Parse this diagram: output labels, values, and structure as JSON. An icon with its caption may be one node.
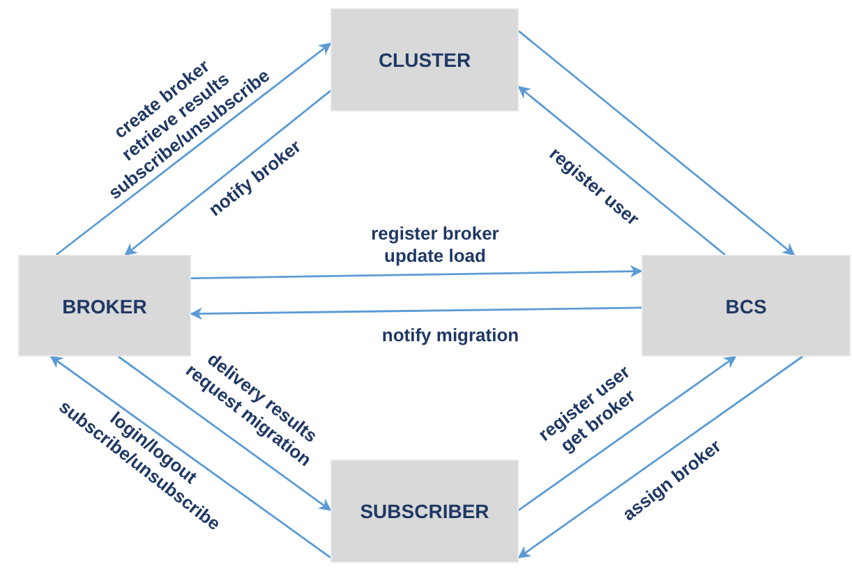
{
  "diagram": {
    "nodes": [
      {
        "text": [
          "CLUSTER"
        ]
      },
      {
        "text": [
          "BROKER"
        ]
      },
      {
        "text": [
          "BCS"
        ]
      },
      {
        "text": [
          "SUBSCRIBER"
        ]
      }
    ],
    "edges": [
      {
        "from": 1,
        "to": 0,
        "arrow": "to",
        "label": "create broker retrieve results subscribe/unsubscribe"
      },
      {
        "from": 0,
        "to": 1,
        "arrow": "to",
        "label": "notify broker"
      },
      {
        "from": 0,
        "to": 2,
        "arrow": "to"
      },
      {
        "from": 2,
        "to": 0,
        "arrow": "to",
        "label": "register user"
      },
      {
        "from": 1,
        "to": 2,
        "arrow": "to",
        "label": "register broker update load"
      },
      {
        "from": 2,
        "to": 1,
        "arrow": "to",
        "label": "notify migration"
      },
      {
        "from": 1,
        "to": 3,
        "arrow": "to",
        "label": "delivery results request migration"
      },
      {
        "from": 3,
        "to": 1,
        "arrow": "to",
        "label": "login/logout subscribe/unsubscribe"
      },
      {
        "from": 3,
        "to": 2,
        "arrow": "to",
        "label": "register user get broker"
      },
      {
        "from": 2,
        "to": 3,
        "arrow": "to",
        "label": "assign broker"
      }
    ]
  }
}
